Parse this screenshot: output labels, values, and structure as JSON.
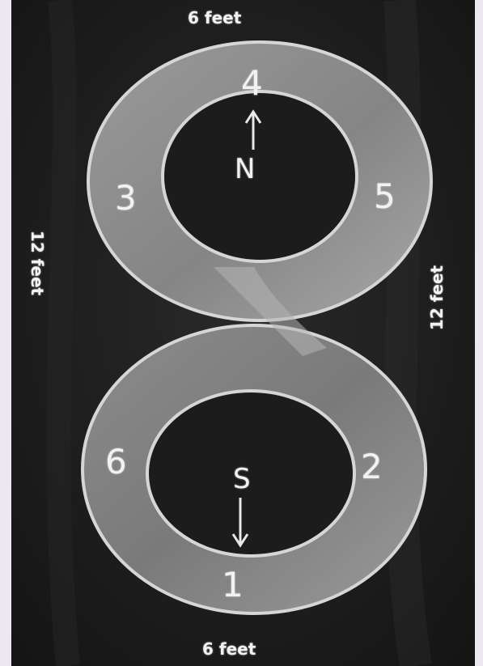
{
  "dimensions": {
    "top": "6 feet",
    "bottom": "6 feet",
    "left": "12 feet",
    "right": "12 feet"
  },
  "stations": [
    "1",
    "2",
    "3",
    "4",
    "5",
    "6"
  ],
  "compass": {
    "north": "N",
    "south": "S"
  },
  "colors": {
    "background": "#ede7ef",
    "chalkboard": "#1f1f1f",
    "ring": "#8f8f8f",
    "chalk": "#f2f2f2"
  }
}
